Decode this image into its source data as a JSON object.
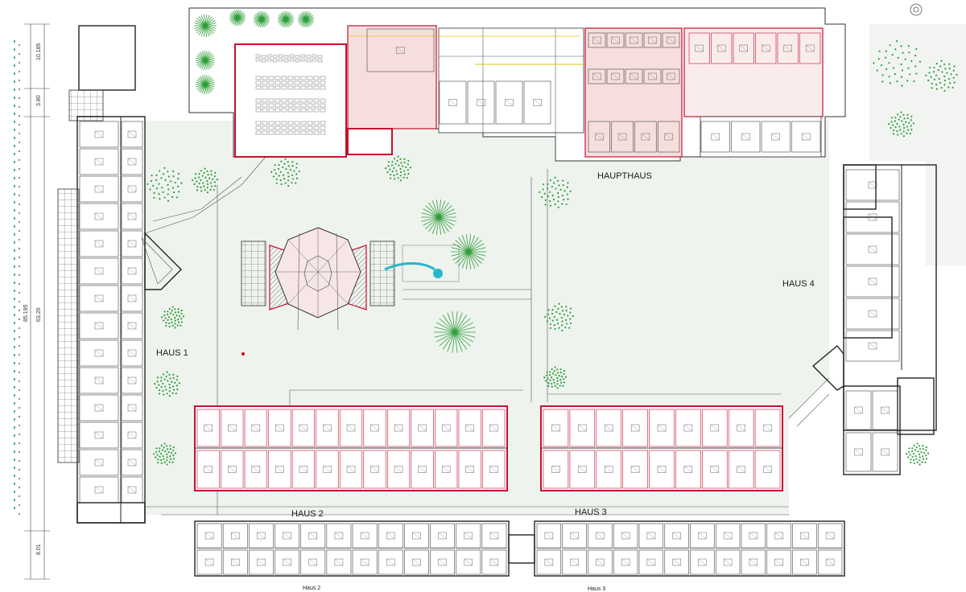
{
  "title_note": "",
  "buildings": {
    "haupthaus": "HAUPTHAUS",
    "haus1": "HAUS 1",
    "haus2": "HAUS 2",
    "haus3": "HAUS 3",
    "haus4": "HAUS 4",
    "haus2_caption": "Haus 2",
    "haus3_caption": "Haus 3"
  },
  "dimensions": {
    "d1": "10.185",
    "d2": "3.80",
    "d3": "85.195",
    "d4": "63.20",
    "d5": "8.01"
  },
  "colors": {
    "wall": "#222222",
    "accent_red": "#c8102e",
    "ground": "#eef3ee",
    "tree": "#2e9d3a",
    "pool": "#22b8c8"
  }
}
